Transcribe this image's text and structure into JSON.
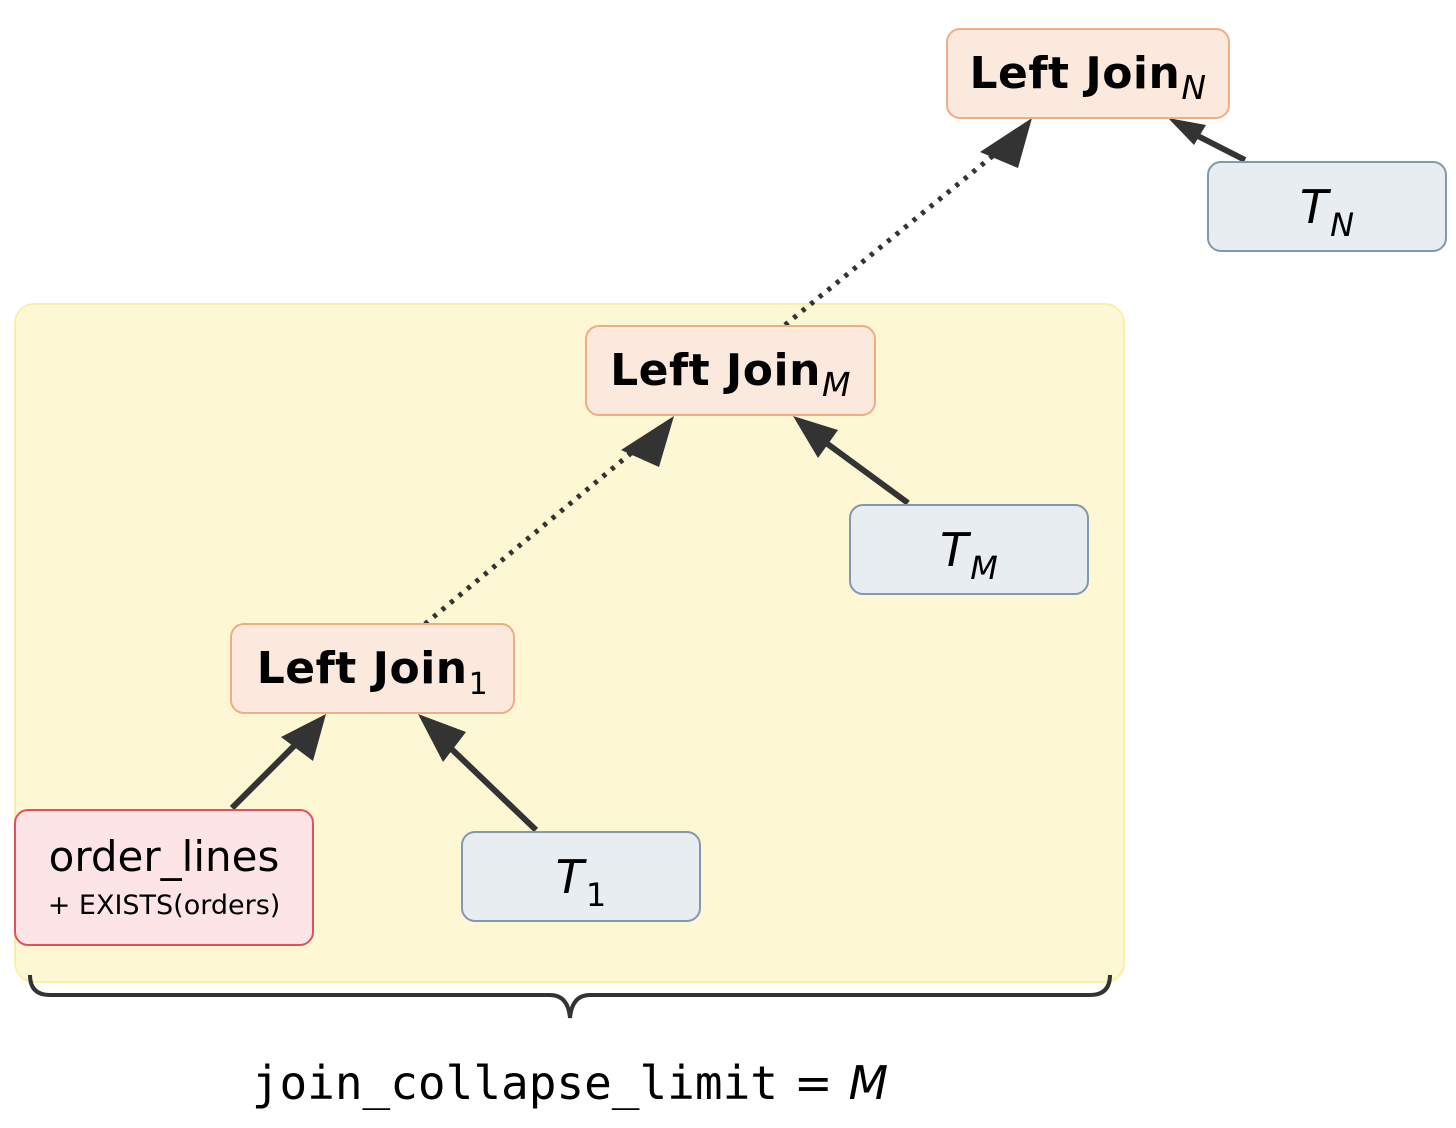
{
  "nodes": {
    "join_n": {
      "label": "Left Join",
      "subscript": "N"
    },
    "join_m": {
      "label": "Left Join",
      "subscript": "M"
    },
    "join_1": {
      "label": "Left Join",
      "subscript": "1"
    },
    "t_n": {
      "label": "T",
      "subscript": "N"
    },
    "t_m": {
      "label": "T",
      "subscript": "M"
    },
    "t_1": {
      "label": "T",
      "subscript": "1"
    },
    "source": {
      "label": "order_lines",
      "note": "+ EXISTS(orders)"
    }
  },
  "edges": [
    {
      "from": "t_n",
      "to": "join_n",
      "style": "solid"
    },
    {
      "from": "join_m",
      "to": "join_n",
      "style": "dotted"
    },
    {
      "from": "t_m",
      "to": "join_m",
      "style": "solid"
    },
    {
      "from": "join_1",
      "to": "join_m",
      "style": "dotted"
    },
    {
      "from": "source",
      "to": "join_1",
      "style": "solid"
    },
    {
      "from": "t_1",
      "to": "join_1",
      "style": "solid"
    }
  ],
  "caption": {
    "setting": "join_collapse_limit",
    "operator": "=",
    "value": "M"
  },
  "colors": {
    "region_fill": "#fdf8d3",
    "join_fill": "#fbe9dd",
    "join_border": "#eeae84",
    "table_fill": "#e8edf2",
    "table_border": "#8199ae",
    "source_fill": "#fde5e7",
    "source_border": "#e2505b",
    "edge": "#333333"
  }
}
